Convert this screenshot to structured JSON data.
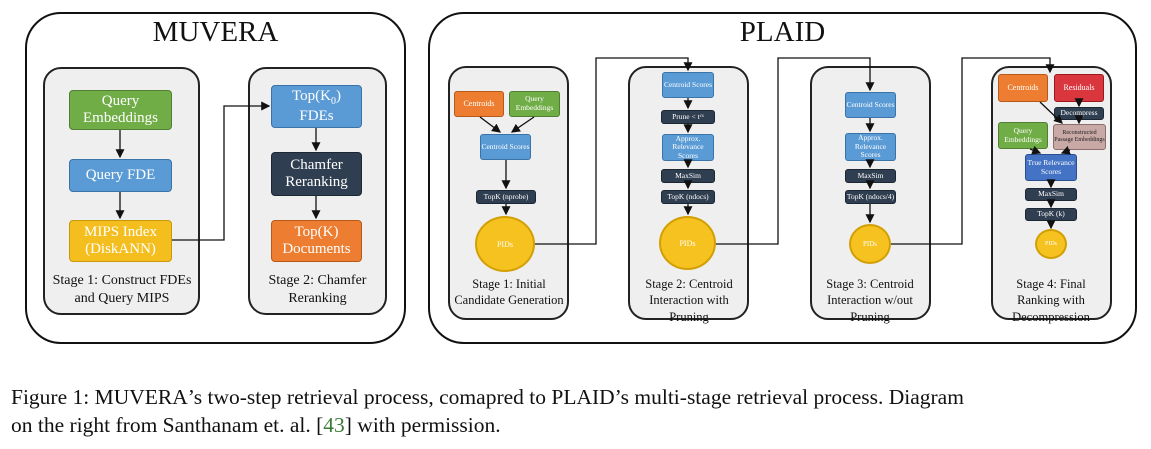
{
  "muvera": {
    "title": "MUVERA",
    "stage1": {
      "query_embeddings": "Query Embeddings",
      "query_fde": "Query FDE",
      "mips_index": "MIPS Index (DiskANN)",
      "caption": "Stage 1: Construct FDEs and Query MIPS"
    },
    "stage2": {
      "topk0_prefix": "Top(K",
      "topk0_sub": "0",
      "topk0_suffix": ")",
      "topk0_line2": "FDEs",
      "chamfer": "Chamfer Reranking",
      "topk_docs": "Top(K) Documents",
      "caption": "Stage 2: Chamfer Reranking"
    }
  },
  "plaid": {
    "title": "PLAID",
    "stage1": {
      "centroids": "Centroids",
      "query_embeddings": "Query Embeddings",
      "centroid_scores": "Centroid Scores",
      "topk": "TopK (nprobe)",
      "pids": "PIDs",
      "caption": "Stage 1: Initial Candidate Generation"
    },
    "stage2": {
      "centroid_scores": "Centroid Scores",
      "prune": "Prune < t",
      "prune_sub": "cs",
      "approx": "Approx. Relevance Scores",
      "maxsim": "MaxSim",
      "topk": "TopK (ndocs)",
      "pids": "PIDs",
      "caption": "Stage 2: Centroid Interaction with Pruning"
    },
    "stage3": {
      "centroid_scores": "Centroid Scores",
      "approx": "Approx. Relevance Scores",
      "maxsim": "MaxSim",
      "topk": "TopK (ndocs/4)",
      "pids": "PIDs",
      "caption": "Stage 3: Centroid Interaction w/out Pruning"
    },
    "stage4": {
      "centroids": "Centroids",
      "residuals": "Residuals",
      "decompress": "Decompress",
      "reconstructed": "Reconstructed Passage Embeddings",
      "query_embeddings": "Query Embeddings",
      "true_relevance": "True Relevance Scores",
      "maxsim": "MaxSim",
      "topk": "TopK (k)",
      "pids": "PIDs",
      "caption": "Stage 4: Final Ranking with Decompression"
    }
  },
  "figure_caption": {
    "label": "Figure 1:",
    "muvera_word": "MUVERA",
    "text1": "’s two-step retrieval process, comapred to PLAID’s multi-stage retrieval process. Diagram",
    "text2_before": "on the right from Santhanam et. al. [",
    "ref": "43",
    "text2_after": "] with permission."
  },
  "colors": {
    "green": "#70ad47",
    "blue": "#5b9bd5",
    "yellow": "#f5be1f",
    "orange": "#ed7d31",
    "dark": "#2f3e50",
    "red": "#d9363e",
    "stage_bg": "#efefef"
  }
}
